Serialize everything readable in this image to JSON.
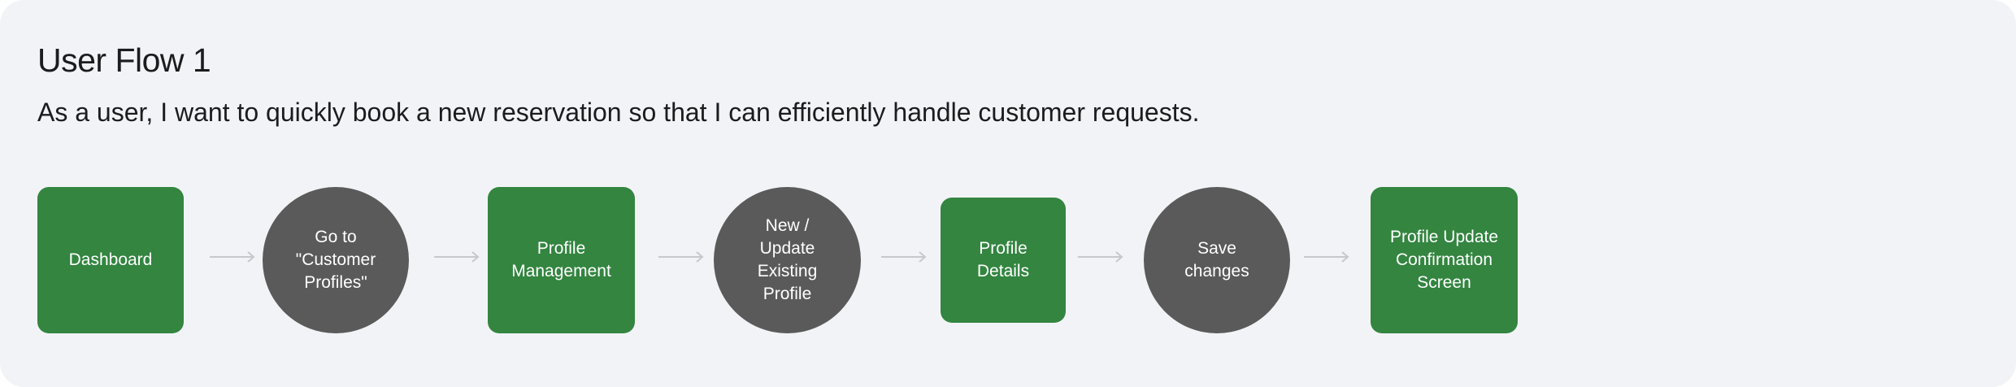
{
  "header": {
    "title": "User Flow 1",
    "description": "As a user, I want to quickly book a new reservation so that I can efficiently handle customer requests."
  },
  "colors": {
    "card_background": "#f2f3f7",
    "screen_node": "#338540",
    "action_node": "#5a5a5a",
    "arrow": "#c7c8cc",
    "text_dark": "#1c1c1e"
  },
  "flow": [
    {
      "label": "Dashboard",
      "kind": "screen"
    },
    {
      "label": "Go to\n\"Customer\nProfiles\"",
      "kind": "action"
    },
    {
      "label": "Profile\nManagement",
      "kind": "screen"
    },
    {
      "label": "New /\nUpdate\nExisting\nProfile",
      "kind": "action"
    },
    {
      "label": "Profile Details",
      "kind": "screen"
    },
    {
      "label": "Save\nchanges",
      "kind": "action"
    },
    {
      "label": "Profile Update\nConfirmation\nScreen",
      "kind": "screen"
    }
  ]
}
